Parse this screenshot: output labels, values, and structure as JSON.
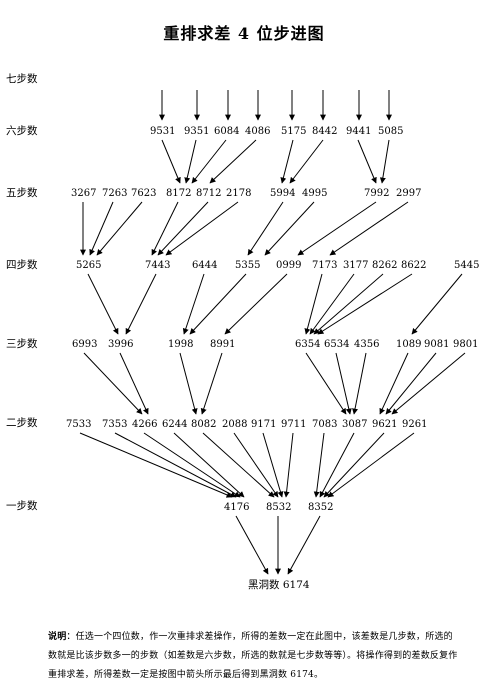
{
  "title": "重排求差 4 位步进图",
  "level_labels": [
    "七步数",
    "六步数",
    "五步数",
    "四步数",
    "三步数",
    "二步数",
    "一步数"
  ],
  "six_step": [
    "9531",
    "9351",
    "6084",
    "4086",
    "5175",
    "8442",
    "9441",
    "5085"
  ],
  "five_step": [
    "3267",
    "7263",
    "7623",
    "8172",
    "8712",
    "2178",
    "5994",
    "4995",
    "7992",
    "2997"
  ],
  "four_step": [
    "5265",
    "7443",
    "6444",
    "5355",
    "0999",
    "7173",
    "3177",
    "8262",
    "8622",
    "5445"
  ],
  "three_step": [
    "6993",
    "3996",
    "1998",
    "8991",
    "6354",
    "6534",
    "4356",
    "1089",
    "9081",
    "9801"
  ],
  "two_step": [
    "7533",
    "7353",
    "4266",
    "6244",
    "8082",
    "2088",
    "9171",
    "9711",
    "7083",
    "3087",
    "9621",
    "9261"
  ],
  "one_step": [
    "4176",
    "8532",
    "8352"
  ],
  "black_hole": "黑洞数 6174",
  "note": {
    "label": "说明",
    "text": "：任选一个四位数，作一次重排求差操作，所得的差数一定在此图中，该差数是几步数，所选的数就是比该步数多一的步数（如差数是六步数，所选的数就是七步数等等）。将操作得到的差数反复作重排求差，所得差数一定是按图中箭头所示最后得到黑洞数 6174。"
  }
}
